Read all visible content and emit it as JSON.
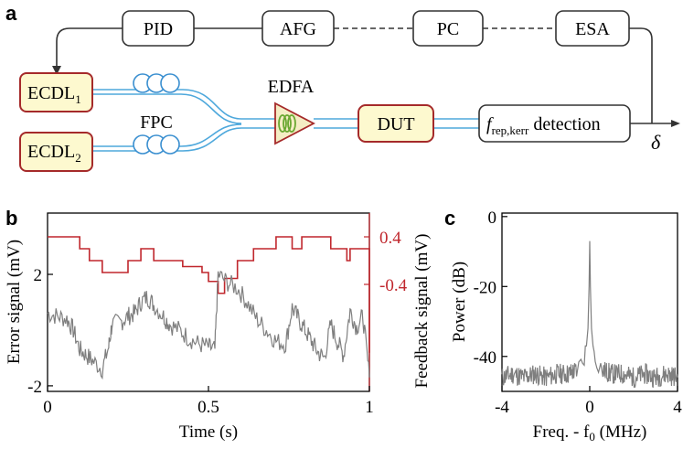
{
  "panels": {
    "a": "a",
    "b": "b",
    "c": "c"
  },
  "setup": {
    "boxes": {
      "pid": "PID",
      "afg": "AFG",
      "pc": "PC",
      "esa": "ESA",
      "edfa": "EDFA",
      "fpc": "FPC",
      "dut": "DUT"
    },
    "ecdl_base": "ECDL",
    "ecdl1_sub": "1",
    "ecdl2_sub": "2",
    "detection_f": "f",
    "detection_sub": "rep,kerr",
    "detection_rest": " detection",
    "delta": "δ"
  },
  "colors": {
    "box_red": "#a52a2a",
    "box_fill": "#fdf9cf",
    "fiber": "#4ea8dc",
    "amp_fill": "#f4edc4",
    "amp_coil": "#6aa832",
    "trace_gray": "#7f7f7f",
    "feedback_red": "#c0272d"
  },
  "chart_data": [
    {
      "type": "line",
      "panel": "b",
      "xlabel": "Time (s)",
      "ylabel_left": "Error signal (mV)",
      "ylabel_right": "Feedback signal (mV)",
      "xlim": [
        0,
        1
      ],
      "x_ticks": [
        "0",
        "0.5",
        "1"
      ],
      "left_y_ticks": [
        "2",
        "-2"
      ],
      "left_ylim": [
        -2.2,
        4.2
      ],
      "right_y_ticks": [
        "0.4",
        "-0.4"
      ],
      "right_ylim": [
        -2.2,
        0.8
      ],
      "grid": false,
      "series": [
        {
          "name": "Feedback signal",
          "axis": "right",
          "step": true,
          "x": [
            0,
            0.1,
            0.13,
            0.17,
            0.25,
            0.29,
            0.33,
            0.42,
            0.48,
            0.5,
            0.53,
            0.55,
            0.59,
            0.64,
            0.71,
            0.76,
            0.79,
            0.88,
            0.93,
            0.94,
            0.95,
            1.0
          ],
          "y": [
            0.4,
            0.2,
            0.0,
            -0.2,
            0.0,
            0.2,
            0.0,
            -0.1,
            -0.2,
            -0.35,
            -0.55,
            -0.3,
            0.0,
            0.2,
            0.4,
            0.2,
            0.4,
            0.2,
            0.0,
            0.2,
            0.2,
            -1.55
          ]
        },
        {
          "name": "Error signal",
          "axis": "left",
          "x": [
            0.0,
            0.03,
            0.06,
            0.08,
            0.1,
            0.12,
            0.14,
            0.17,
            0.19,
            0.2,
            0.23,
            0.25,
            0.27,
            0.29,
            0.31,
            0.33,
            0.36,
            0.38,
            0.41,
            0.44,
            0.47,
            0.5,
            0.52,
            0.53,
            0.56,
            0.59,
            0.62,
            0.65,
            0.68,
            0.71,
            0.74,
            0.76,
            0.78,
            0.8,
            0.82,
            0.84,
            0.86,
            0.88,
            0.9,
            0.92,
            0.94,
            0.96,
            0.98,
            1.0
          ],
          "y": [
            0.6,
            0.5,
            0.4,
            0.0,
            -0.7,
            -0.9,
            -1.1,
            -1.4,
            -0.6,
            0.2,
            0.3,
            0.5,
            0.6,
            1.0,
            1.2,
            0.9,
            0.5,
            0.2,
            0.0,
            -0.3,
            -0.5,
            -0.6,
            -0.7,
            2.0,
            1.7,
            1.5,
            1.0,
            0.4,
            0.0,
            -0.4,
            -0.5,
            0.8,
            0.4,
            0.0,
            -0.4,
            -0.8,
            -1.0,
            0.2,
            -0.4,
            -0.9,
            0.7,
            0.1,
            0.5,
            -1.7
          ]
        }
      ]
    },
    {
      "type": "line",
      "panel": "c",
      "xlabel": "Freq. - f0 (MHz)",
      "ylabel": "Power (dB)",
      "xlim": [
        -4,
        4
      ],
      "ylim": [
        -50,
        1
      ],
      "x_ticks": [
        "-4",
        "0",
        "4"
      ],
      "y_ticks": [
        "0",
        "-20",
        "-40"
      ],
      "grid": false,
      "series": [
        {
          "name": "Power spectrum",
          "x": [
            -4.0,
            -3.5,
            -3.0,
            -2.5,
            -2.0,
            -1.5,
            -1.0,
            -0.6,
            -0.4,
            -0.25,
            -0.15,
            -0.08,
            -0.03,
            0.0,
            0.03,
            0.08,
            0.15,
            0.25,
            0.4,
            0.6,
            1.0,
            1.5,
            2.0,
            2.5,
            3.0,
            3.5,
            4.0
          ],
          "y": [
            -46,
            -45,
            -46,
            -45,
            -46,
            -45,
            -45,
            -44,
            -42,
            -40,
            -37,
            -32,
            -20,
            -7,
            -20,
            -32,
            -37,
            -40,
            -42,
            -44,
            -45,
            -45,
            -46,
            -45,
            -46,
            -45,
            -46
          ]
        }
      ]
    }
  ]
}
